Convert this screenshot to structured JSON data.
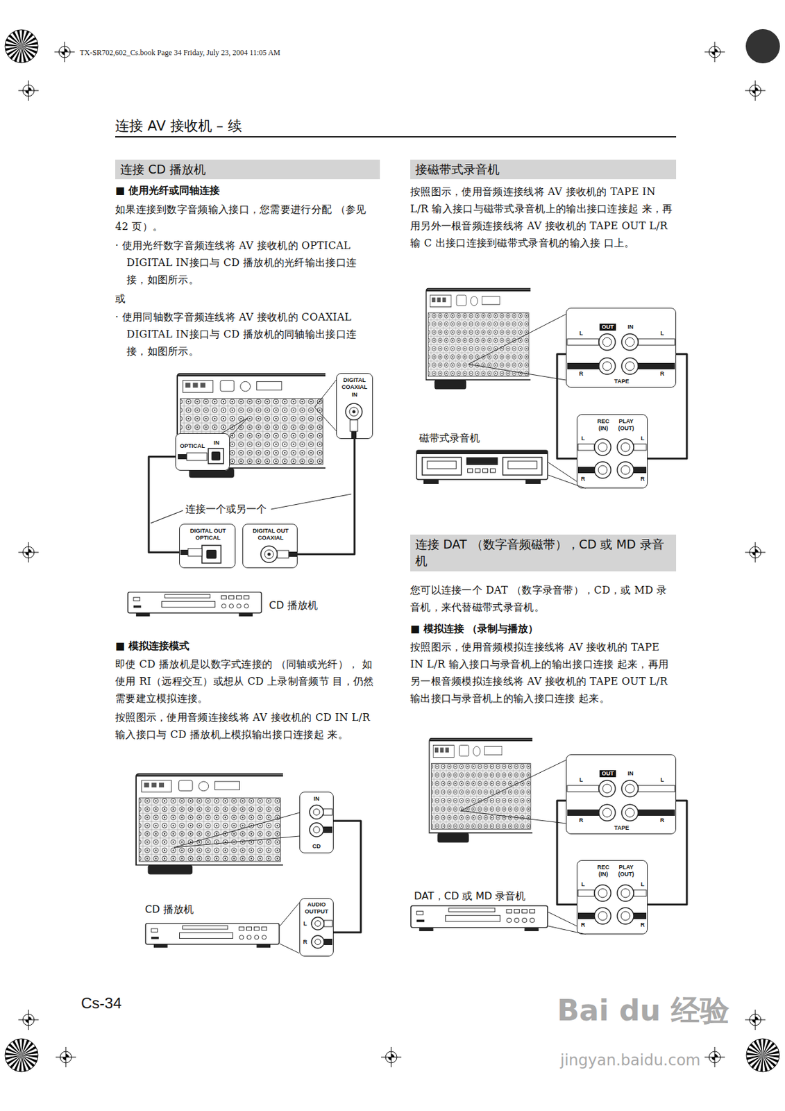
{
  "diagram": {
    "title": "连接 AV 接收机 – 续",
    "nodes": [
      {
        "text": [
          "连接 CD 播放机"
        ]
      },
      {
        "text": [
          "DIGITAL COAXIAL",
          "IN"
        ]
      },
      {
        "text": [
          "IN",
          "OPTICAL"
        ]
      },
      {
        "text": [
          "DIGITAL OUT OPTICAL"
        ]
      },
      {
        "text": [
          "DIGITAL OUT COAXIAL"
        ]
      },
      {
        "text": [
          "IN",
          "CD"
        ]
      },
      {
        "text": [
          "AUDIO OUTPUT",
          "L",
          "R"
        ]
      },
      {
        "text": [
          "接磁带式录音机"
        ]
      },
      {
        "text": [
          "OUT",
          "IN",
          "L",
          "L",
          "R",
          "R",
          "TAPE"
        ]
      },
      {
        "text": [
          "REC (IN)",
          "PLAY (OUT)",
          "L",
          "L",
          "R",
          "R"
        ]
      },
      {
        "text": [
          "连接 DAT （数字音频磁带），CD 或 MD 录音机"
        ]
      },
      {
        "text": [
          "OUT",
          "IN",
          "L",
          "L",
          "R",
          "R",
          "TAPE"
        ]
      },
      {
        "text": [
          "REC (IN)",
          "PLAY (OUT)",
          "L",
          "L",
          "R",
          "R"
        ]
      }
    ],
    "edges": [
      {
        "from": 2,
        "to": 3,
        "arrow": "none"
      },
      {
        "from": 1,
        "to": 4,
        "arrow": "none"
      },
      {
        "from": 5,
        "to": 6,
        "arrow": "none"
      },
      {
        "from": 8,
        "to": 9,
        "arrow": "none"
      },
      {
        "from": 8,
        "to": 9,
        "arrow": "none"
      },
      {
        "from": 11,
        "to": 12,
        "arrow": "none"
      },
      {
        "from": 11,
        "to": 12,
        "arrow": "none"
      }
    ],
    "labels": [
      "TX-SR702,602_Cs.book Page 34 Friday, July 23, 2004 11:05 AM",
      "■ 使用光纤或同轴连接",
      "如果连接到数字音频输入接口，您需要进行分配 （参见 42 页）。",
      "· 使用光纤数字音频连线将 AV 接收机的 OPTICAL DIGITAL IN接口与 CD 播放机的光纤输出接口连 接，如图所示。",
      "或",
      "· 使用同轴数字音频连线将 AV 接收机的 COAXIAL DIGITAL IN接口与 CD 播放机的同轴输出接口连 接，如图所示。",
      "连接一个或另一个",
      "CD 播放机",
      "■ 模拟连接模式",
      "即使 CD 播放机是以数字式连接的 （同轴或光纤）， 如使用 RI（远程交互）或想从 CD 上录制音频节 目，仍然需要建立模拟连接。",
      "按照图示，使用音频连接线将 AV 接收机的 CD IN L/R 输入接口与 CD 播放机上模拟输出接口连接起 来。",
      "CD 播放机",
      "按照图示，使用音频连接线将 AV 接收机的 TAPE IN L/R 输入接口与磁带式录音机上的输出接口连接起 来，再用另外一根音频连接线将 AV 接收机的 TAPE OUT L/R 输 C 出接口连接到磁带式录音机的输入接 口上。",
      "磁带式录音机",
      "您可以连接一个 DAT （数字录音带），CD，或 MD 录 音机，来代替磁带式录音机。",
      "■ 模拟连接 （录制与播放）",
      "按照图示，使用音频模拟连接线将 AV 接收机的 TAPE IN L/R 输入接口与录音机上的输出接口连接 起来，再用另一根音频模拟连接线将 AV 接收机的 TAPE OUT L/R 输出接口与录音机上的输入接口连接 起来。",
      "DAT，CD 或 MD 录音机",
      "Cs-34",
      "Bai du 经验",
      "jingyan.baidu.com"
    ]
  }
}
